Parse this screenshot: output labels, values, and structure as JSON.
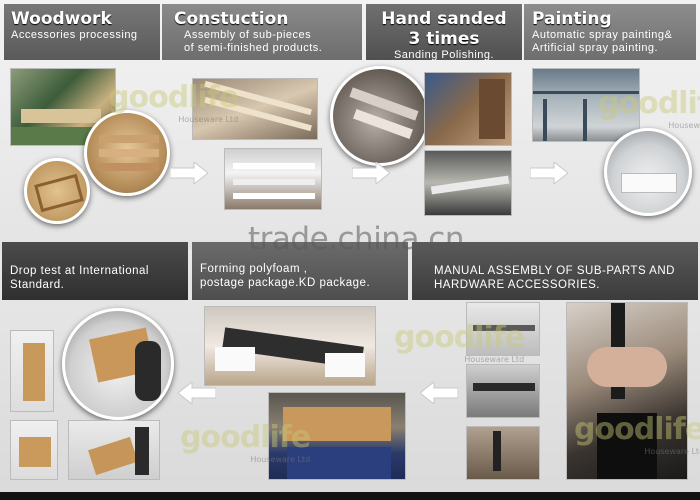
{
  "steps": {
    "woodwork": {
      "title": "Woodwork",
      "subtitle": "Accessories processing"
    },
    "construction": {
      "title": "Constuction",
      "line1": "Assembly of sub-pieces",
      "line2": "of semi-finished products."
    },
    "sanding": {
      "title_line1": "Hand sanded",
      "title_line2": "3 times",
      "subtitle": "Sanding Polishing."
    },
    "painting": {
      "title": "Painting",
      "line1": "Automatic spray painting&",
      "line2": "Artificial spray painting."
    },
    "drop_test": {
      "line1": "Drop test at International",
      "line2": "Standard."
    },
    "packing": {
      "line1": "Forming polyfoam ,",
      "line2": "postage package.KD package."
    },
    "assembly": {
      "line1": "MANUAL ASSEMBLY OF SUB-PARTS AND",
      "line2": "HARDWARE ACCESSORIES."
    }
  },
  "watermark": {
    "brand": "goodlife",
    "sub": "Houseware Ltd"
  },
  "site_watermark": "trade.china.cn",
  "colors": {
    "accent_watermark": "#c8c878",
    "bar_dark": "#3c3c3c"
  },
  "icons": [
    "arrow-right-icon",
    "arrow-left-icon"
  ]
}
